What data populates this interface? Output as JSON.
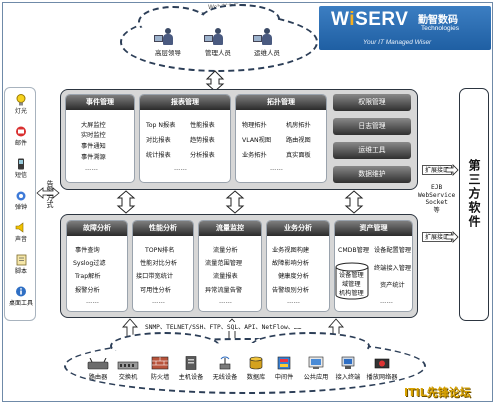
{
  "web_label": "Web浏览界面",
  "logo": {
    "brand_left": "W",
    "brand_i": "i",
    "brand_right": "SERV",
    "cn": "勤智数码",
    "en": "Technologies",
    "tagline": "Your IT Managed Wiser"
  },
  "users": [
    "高层领导",
    "管理人员",
    "运维人员"
  ],
  "sidebar": {
    "items": [
      {
        "label": "灯光",
        "icon": "bulb-icon"
      },
      {
        "label": "邮件",
        "icon": "mail-icon"
      },
      {
        "label": "短信",
        "icon": "phone-icon"
      },
      {
        "label": "弹钟",
        "icon": "alarm-icon"
      },
      {
        "label": "声音",
        "icon": "speaker-icon"
      },
      {
        "label": "脚本",
        "icon": "script-icon"
      },
      {
        "label": "桌面工具",
        "icon": "desktop-tool-icon"
      }
    ],
    "vertical_label": "告警方式"
  },
  "top_groups": [
    {
      "title": "事件管理",
      "items": [
        "大屏监控",
        "实时监控",
        "事件通知",
        "事件溯源",
        "……"
      ]
    },
    {
      "title": "报表管理",
      "items": [
        "Top N报表",
        "性能报表",
        "对比报表",
        "趋势报表",
        "统计报表",
        "分析报表",
        "……"
      ]
    },
    {
      "title": "拓扑管理",
      "items": [
        "物理拓扑",
        "机房拓扑",
        "VLAN视图",
        "路由视图",
        "业务拓扑",
        "真实面板",
        "……"
      ]
    }
  ],
  "top_buttons": [
    "权限管理",
    "日志管理",
    "运维工具",
    "数据维护"
  ],
  "bottom_groups": [
    {
      "title": "故障分析",
      "items": [
        "事件查询",
        "Syslog过滤",
        "Trap解析",
        "报警分析",
        "……"
      ]
    },
    {
      "title": "性能分析",
      "items": [
        "TOPN排名",
        "性能对比分析",
        "接口带宽统计",
        "可用性分析",
        "……"
      ]
    },
    {
      "title": "流量监控",
      "items": [
        "流量分析",
        "流量范围管理",
        "流量报表",
        "异常流量告警",
        "……"
      ]
    },
    {
      "title": "业务分析",
      "items": [
        "业务视图构建",
        "故障影响分析",
        "健康度分析",
        "告警级别分析",
        "……"
      ]
    },
    {
      "title": "资产管理",
      "items": [
        "CMDB管理",
        "设备配置管理",
        "终端接入管理",
        "资产统计",
        "……"
      ],
      "db_lines": [
        "设备管理",
        "域管理",
        "机构管理"
      ]
    }
  ],
  "interfaces": {
    "top": "扩展接口",
    "bottom": "扩展接口"
  },
  "ejb": [
    "EJB",
    "WebService",
    "Socket",
    "等"
  ],
  "third_party": "第三方软件",
  "protocols": "SNMP、TELNET/SSH、FTP、SQL、API、NetFlow、……",
  "devices": [
    {
      "label": "路由器",
      "icon": "router-icon"
    },
    {
      "label": "交换机",
      "icon": "switch-icon"
    },
    {
      "label": "防火墙",
      "icon": "firewall-icon"
    },
    {
      "label": "主机设备",
      "icon": "server-icon"
    },
    {
      "label": "无线设备",
      "icon": "wireless-icon"
    },
    {
      "label": "数据库",
      "icon": "database-icon"
    },
    {
      "label": "中间件",
      "icon": "middleware-icon"
    },
    {
      "label": "公共应用",
      "icon": "application-icon"
    },
    {
      "label": "接入终端",
      "icon": "terminal-icon"
    },
    {
      "label": "播放网络器",
      "icon": "media-icon"
    }
  ],
  "watermark": "ITIL先锋论坛",
  "colors": {
    "accent": "#1f5fa3",
    "panel": "#d7d7d7",
    "header": "#2b2b2b",
    "gold": "#d8a200"
  }
}
